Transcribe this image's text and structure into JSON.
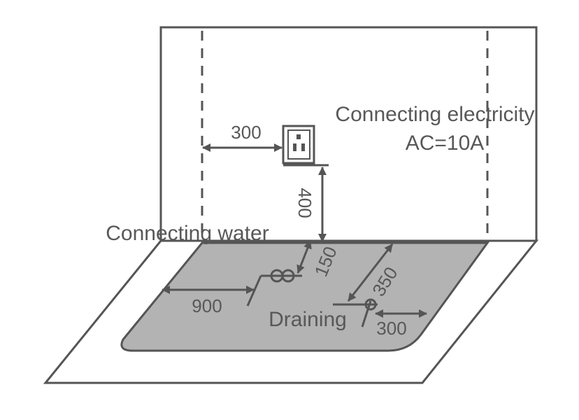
{
  "labels": {
    "electricity_line1": "Connecting electricity",
    "electricity_line2": "AC=10A",
    "water": "Connecting water",
    "draining": "Draining"
  },
  "dimensions": {
    "socket_offset": "300",
    "socket_height": "400",
    "water_pipe_wall": "150",
    "water_pipe_side": "900",
    "drain_wall": "350",
    "drain_side": "300"
  },
  "colors": {
    "line": "#555555",
    "floor": "#b3b3b3",
    "background": "#ffffff"
  }
}
